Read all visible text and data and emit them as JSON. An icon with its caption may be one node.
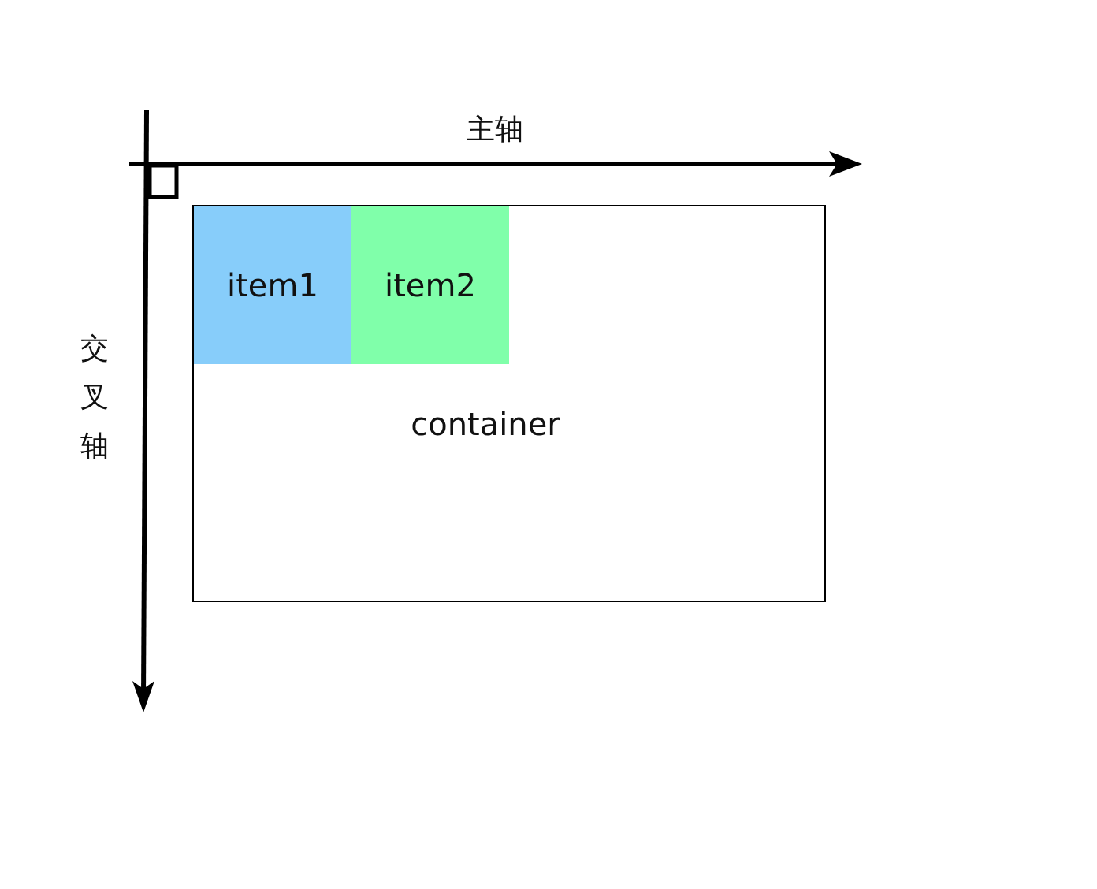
{
  "diagram": {
    "nodes": [
      {
        "text": [
          "container"
        ]
      },
      {
        "text": [
          "item1"
        ],
        "in": 0
      },
      {
        "text": [
          "item2"
        ],
        "in": 0
      }
    ],
    "labels": [
      "主轴",
      "交叉轴"
    ]
  }
}
